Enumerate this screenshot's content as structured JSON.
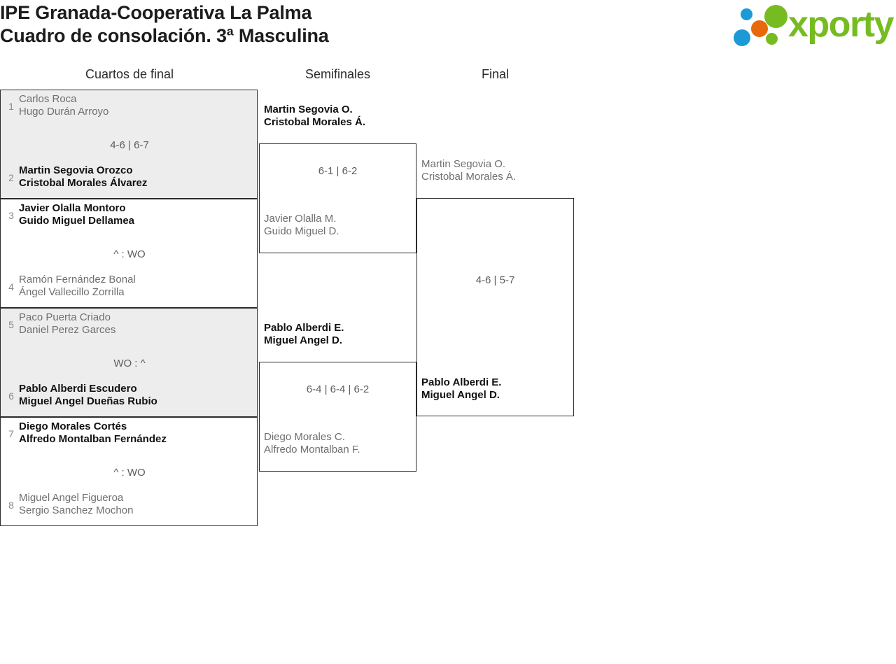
{
  "header": {
    "title_line1": "IPE Granada-Cooperativa La Palma",
    "title_line2": "Cuadro de consolación. 3ª Masculina",
    "logo": {
      "wordmark": "xporty",
      "green": "#76bc21",
      "orange": "#e8690b",
      "blue": "#1b9ad6"
    }
  },
  "rounds": [
    {
      "label": "Cuartos de final"
    },
    {
      "label": "Semifinales"
    },
    {
      "label": "Final"
    }
  ],
  "quarterfinals": [
    {
      "score": "4-6 | 6-7",
      "top": {
        "seed": "1",
        "p1": "Carlos Roca",
        "p2": "Hugo Durán Arroyo",
        "result": "loser"
      },
      "bottom": {
        "seed": "2",
        "p1": "Martin Segovia Orozco",
        "p2": "Cristobal Morales Álvarez",
        "result": "winner"
      }
    },
    {
      "score": "^ : WO",
      "top": {
        "seed": "3",
        "p1": "Javier Olalla Montoro",
        "p2": "Guido Miguel Dellamea",
        "result": "winner"
      },
      "bottom": {
        "seed": "4",
        "p1": "Ramón Fernández Bonal",
        "p2": "Ángel Vallecillo Zorrilla",
        "result": "loser"
      }
    },
    {
      "score": "WO : ^",
      "top": {
        "seed": "5",
        "p1": "Paco Puerta Criado",
        "p2": "Daniel Perez Garces",
        "result": "loser"
      },
      "bottom": {
        "seed": "6",
        "p1": "Pablo Alberdi Escudero",
        "p2": "Miguel Angel Dueñas Rubio",
        "result": "winner"
      }
    },
    {
      "score": "^ : WO",
      "top": {
        "seed": "7",
        "p1": "Diego Morales Cortés",
        "p2": "Alfredo Montalban Fernández",
        "result": "winner"
      },
      "bottom": {
        "seed": "8",
        "p1": "Miguel Angel Figueroa",
        "p2": "Sergio Sanchez Mochon",
        "result": "loser"
      }
    }
  ],
  "semifinals": [
    {
      "score": "6-1 | 6-2",
      "top": {
        "p1": "Martin Segovia O.",
        "p2": "Cristobal Morales Á.",
        "result": "winner"
      },
      "bottom": {
        "p1": "Javier Olalla M.",
        "p2": "Guido Miguel D.",
        "result": "loser"
      }
    },
    {
      "score": "6-4 | 6-4 | 6-2",
      "top": {
        "p1": "Pablo Alberdi E.",
        "p2": "Miguel Angel D.",
        "result": "winner"
      },
      "bottom": {
        "p1": "Diego Morales C.",
        "p2": "Alfredo Montalban F.",
        "result": "loser"
      }
    }
  ],
  "final": {
    "score": "4-6 | 5-7",
    "top": {
      "p1": "Martin Segovia O.",
      "p2": "Cristobal Morales Á.",
      "result": "loser"
    },
    "bottom": {
      "p1": "Pablo Alberdi E.",
      "p2": "Miguel Angel D.",
      "result": "winner"
    }
  }
}
